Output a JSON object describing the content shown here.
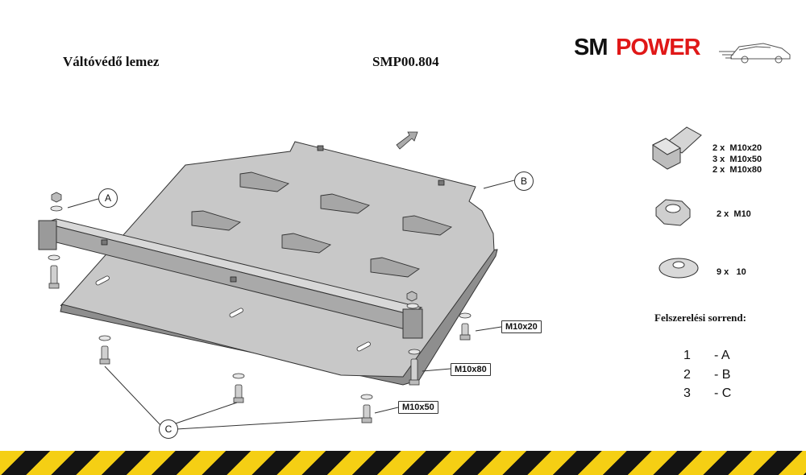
{
  "header": {
    "title": "Váltóvédő lemez",
    "code": "SMP00.804",
    "logo_part1": "SM",
    "logo_part2": "POWER"
  },
  "parts": {
    "bolts": "2 x  M10x20\n3 x  M10x50\n2 x  M10x80",
    "nuts": "2 x  M10",
    "washers": "9 x   10"
  },
  "sequence": {
    "title": "Felszerelési sorrend:",
    "rows": [
      {
        "num": "1",
        "label": "- A"
      },
      {
        "num": "2",
        "label": "- B"
      },
      {
        "num": "3",
        "label": "- C"
      }
    ]
  },
  "callouts": {
    "m10x20": "M10x20",
    "m10x80": "M10x80",
    "m10x50": "M10x50",
    "a": "A",
    "b": "B",
    "c": "C"
  },
  "colors": {
    "plate_top": "#c8c8c8",
    "plate_side": "#8e8e8e",
    "accent_red": "#e01818",
    "hazard_yellow": "#f5cf14",
    "hazard_black": "#141414"
  }
}
